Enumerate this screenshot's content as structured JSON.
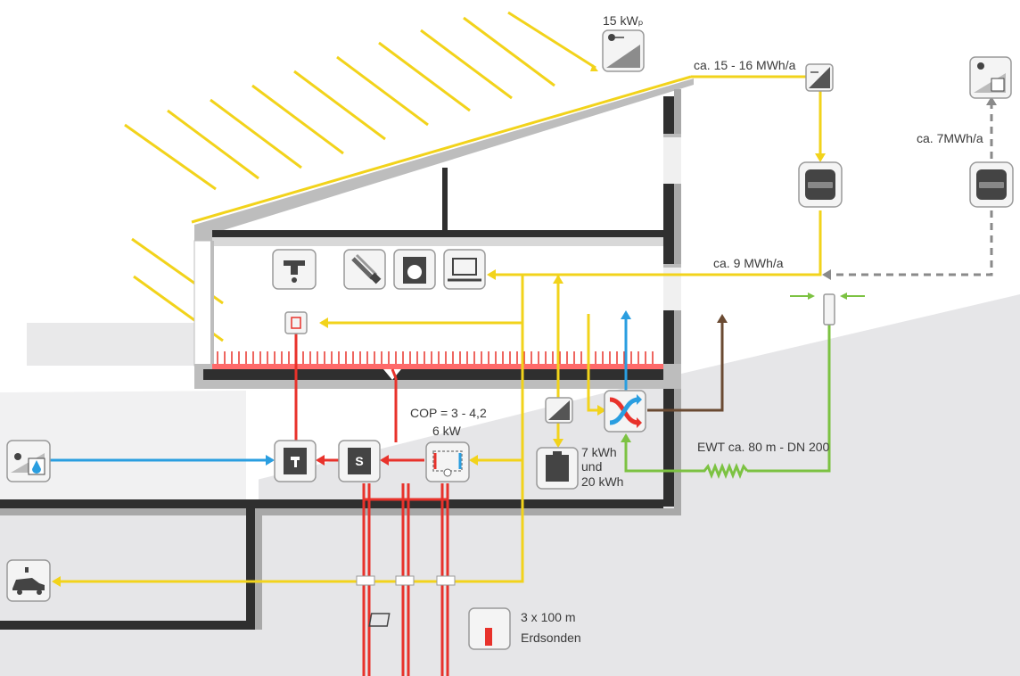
{
  "labels": {
    "pv_peak": "15 kWₚ",
    "pv_yield": "ca. 15 - 16 MWh/a",
    "external_yield": "ca. 7MWh/a",
    "house_consumption": "ca. 9 MWh/a",
    "cop": "COP = 3 - 4,2",
    "heatpump_power": "6 kW",
    "battery_line1": "7 kWh",
    "battery_line2": "und",
    "battery_line3": "20 kWh",
    "ewt": "EWT ca. 80 m - DN 200",
    "probes_line1": "3 x 100 m",
    "probes_line2": "Erdsonden"
  },
  "colors": {
    "electricity": "#f2d31b",
    "heating": "#e8322b",
    "cold_water": "#2a9ee0",
    "fresh_air": "#7cc242",
    "exhaust_air": "#6a4a32",
    "external_feed": "#8a8a8a",
    "wall": "#2f2f2f",
    "ground": "#e6e6e8"
  },
  "icons": {
    "tap": "water-tap-icon",
    "lamp": "energy-saving-lamp-icon",
    "washer": "washing-machine-icon",
    "laptop": "laptop-icon",
    "inverter": "inverter-icon",
    "meter": "electricity-meter-icon",
    "heat_exchanger": "heat-recovery-icon",
    "heat_pump": "heat-pump-icon",
    "storage": "storage-tank-icon",
    "hot_water": "hot-water-tank-icon",
    "battery": "battery-icon",
    "rain_tank": "rainwater-icon",
    "car": "electric-car-icon",
    "solar": "solar-panel-icon",
    "probe": "ground-probe-icon",
    "air_intake": "air-intake-icon"
  }
}
